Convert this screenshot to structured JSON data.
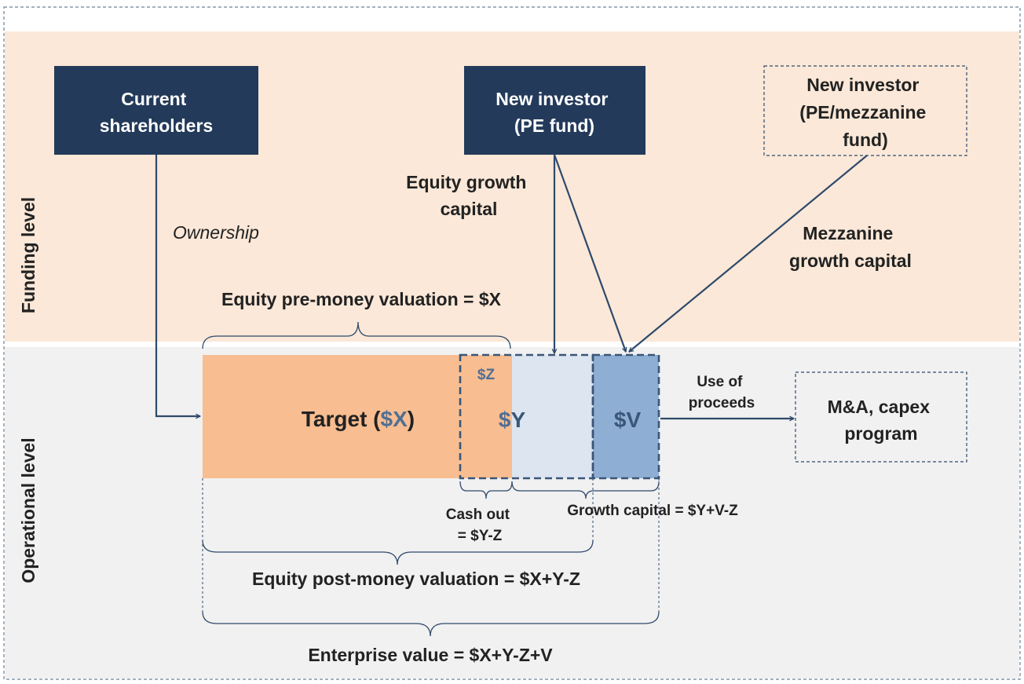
{
  "bands": {
    "funding_label": "Funding level",
    "operational_label": "Operational level"
  },
  "boxes": {
    "current_shareholders": [
      "Current",
      "shareholders"
    ],
    "new_investor_pe": [
      "New investor",
      "(PE fund)"
    ],
    "new_investor_mezz": [
      "New investor",
      "(PE/mezzanine",
      "fund)"
    ],
    "ma_capex": [
      "M&A, capex",
      "program"
    ]
  },
  "flows": {
    "ownership": "Ownership",
    "equity_growth_capital": [
      "Equity growth",
      "capital"
    ],
    "mezzanine_growth_capital": [
      "Mezzanine",
      "growth capital"
    ],
    "use_of_proceeds": [
      "Use of",
      "proceeds"
    ]
  },
  "blocks": {
    "target_prefix": "Target (",
    "target_value": "$X",
    "target_suffix": ")",
    "z": "$Z",
    "y_prefix": "$",
    "y_suffix": "Y",
    "v": "$V"
  },
  "braces": {
    "pre_money": "Equity pre-money valuation = $X",
    "cash_out": [
      "Cash out",
      "= $Y-Z"
    ],
    "growth_capital": "Growth capital = $Y+V-Z",
    "post_money": "Equity post-money valuation = $X+Y-Z",
    "enterprise_value": "Enterprise value = $X+Y-Z+V"
  },
  "colors": {
    "funding_band": "#fbe8d8",
    "operational_band": "#f1f1f1",
    "dark_box": "#233a5a",
    "target_orange": "#f8bd90",
    "y_light_blue": "#dce5f0",
    "v_blue": "#8faed3",
    "accent_text": "#4f6f94",
    "line": "#2f4a6b"
  }
}
